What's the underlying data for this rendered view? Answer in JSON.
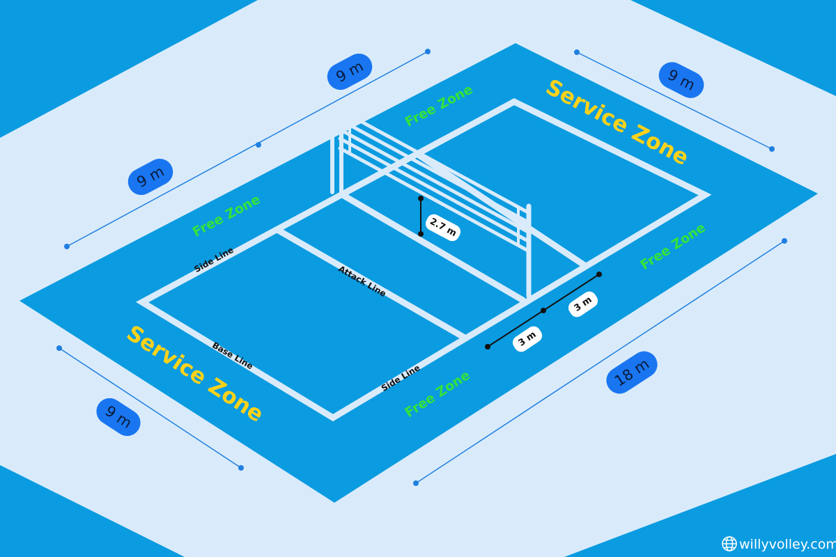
{
  "zones": {
    "free_zone_top": "Free Zone",
    "free_zone_left": "Free Zone",
    "free_zone_right": "Free Zone",
    "free_zone_bottom": "Free Zone",
    "service_zone_top": "Service Zone",
    "service_zone_bottom": "Service Zone"
  },
  "lines": {
    "side_line_top": "Side Line",
    "side_line_bottom": "Side Line",
    "attack_line": "Attack Line",
    "base_line": "Base Line"
  },
  "dimensions": {
    "dim_9m_top_center": "9 m",
    "dim_9m_top_right": "9 m",
    "dim_9m_left": "9 m",
    "dim_9m_bottom_left": "9 m",
    "dim_18m": "18 m",
    "dim_3m_a": "3 m",
    "dim_3m_b": "3 m",
    "net_height": "2.7 m"
  },
  "brand": {
    "label": "willyvolley.com",
    "icon": "globe-icon"
  },
  "colors": {
    "background": "#0a9be0",
    "floor": "#d9ebfb",
    "court": "#0a9be0",
    "court_lines": "#d9ebfb",
    "free_zone_text": "#35e23c",
    "service_zone_text": "#ffd21a",
    "dimension_pill": "#1976f0"
  }
}
